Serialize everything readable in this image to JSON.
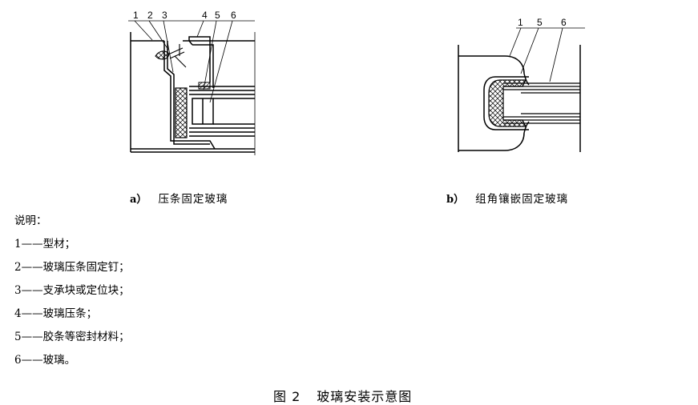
{
  "figure_a": {
    "tag": "a）",
    "caption": "压条固定玻璃",
    "callouts": [
      "1",
      "2",
      "3",
      "4",
      "5",
      "6"
    ]
  },
  "figure_b": {
    "tag": "b）",
    "caption": "组角镶嵌固定玻璃",
    "callouts": [
      "1",
      "5",
      "6"
    ]
  },
  "legend": {
    "title": "说明：",
    "items": [
      "1——型材；",
      "2——玻璃压条固定钉；",
      "3——支承块或定位块；",
      "4——玻璃压条；",
      "5——胶条等密封材料；",
      "6——玻璃。"
    ]
  },
  "figure_caption": {
    "number": "图 2",
    "title": "玻璃安装示意图"
  }
}
